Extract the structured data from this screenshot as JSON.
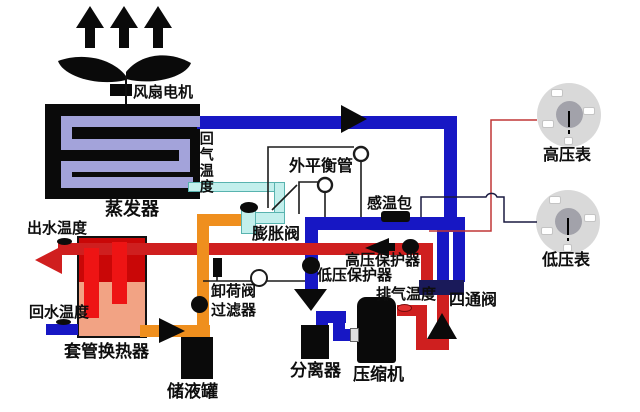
{
  "labels": {
    "fan_motor": "风扇电机",
    "evaporator": "蒸发器",
    "return_gas_temp": "回气温度",
    "external_balance_pipe": "外平衡管",
    "sensing_bulb": "感温包",
    "expansion_valve": "膨胀阀",
    "outlet_water_temp": "出水温度",
    "return_water_temp": "回水温度",
    "heat_exchanger": "套管换热器",
    "unloading_valve": "卸荷阀",
    "filter": "过滤器",
    "receiver": "储液罐",
    "separator": "分离器",
    "compressor": "压缩机",
    "hp_protector": "高压保护器",
    "lp_protector": "低压保护器",
    "discharge_temp": "排气温度",
    "four_way_valve": "四通阀",
    "hp_gauge": "高压表",
    "lp_gauge": "低压表"
  },
  "colors": {
    "suction_pipe_blue": "#1717c4",
    "hot_gas_red": "#cf1f1f",
    "liquid_line_orange": "#ef8f1e",
    "expansion_outlet_cyan": "#c2efec",
    "evaporator_coil": "#a3a3da",
    "four_way_valve_navy": "#1a1a5a",
    "exchanger_top_dark_red": "#c90707",
    "exchanger_bottom_salmon": "#f2a384",
    "exchanger_inner_red": "#ee1414",
    "gauge_face_gray": "#d9d9d9",
    "gauge_hub_gray": "#a2a2aa",
    "component_black": "#0a0a0a"
  }
}
